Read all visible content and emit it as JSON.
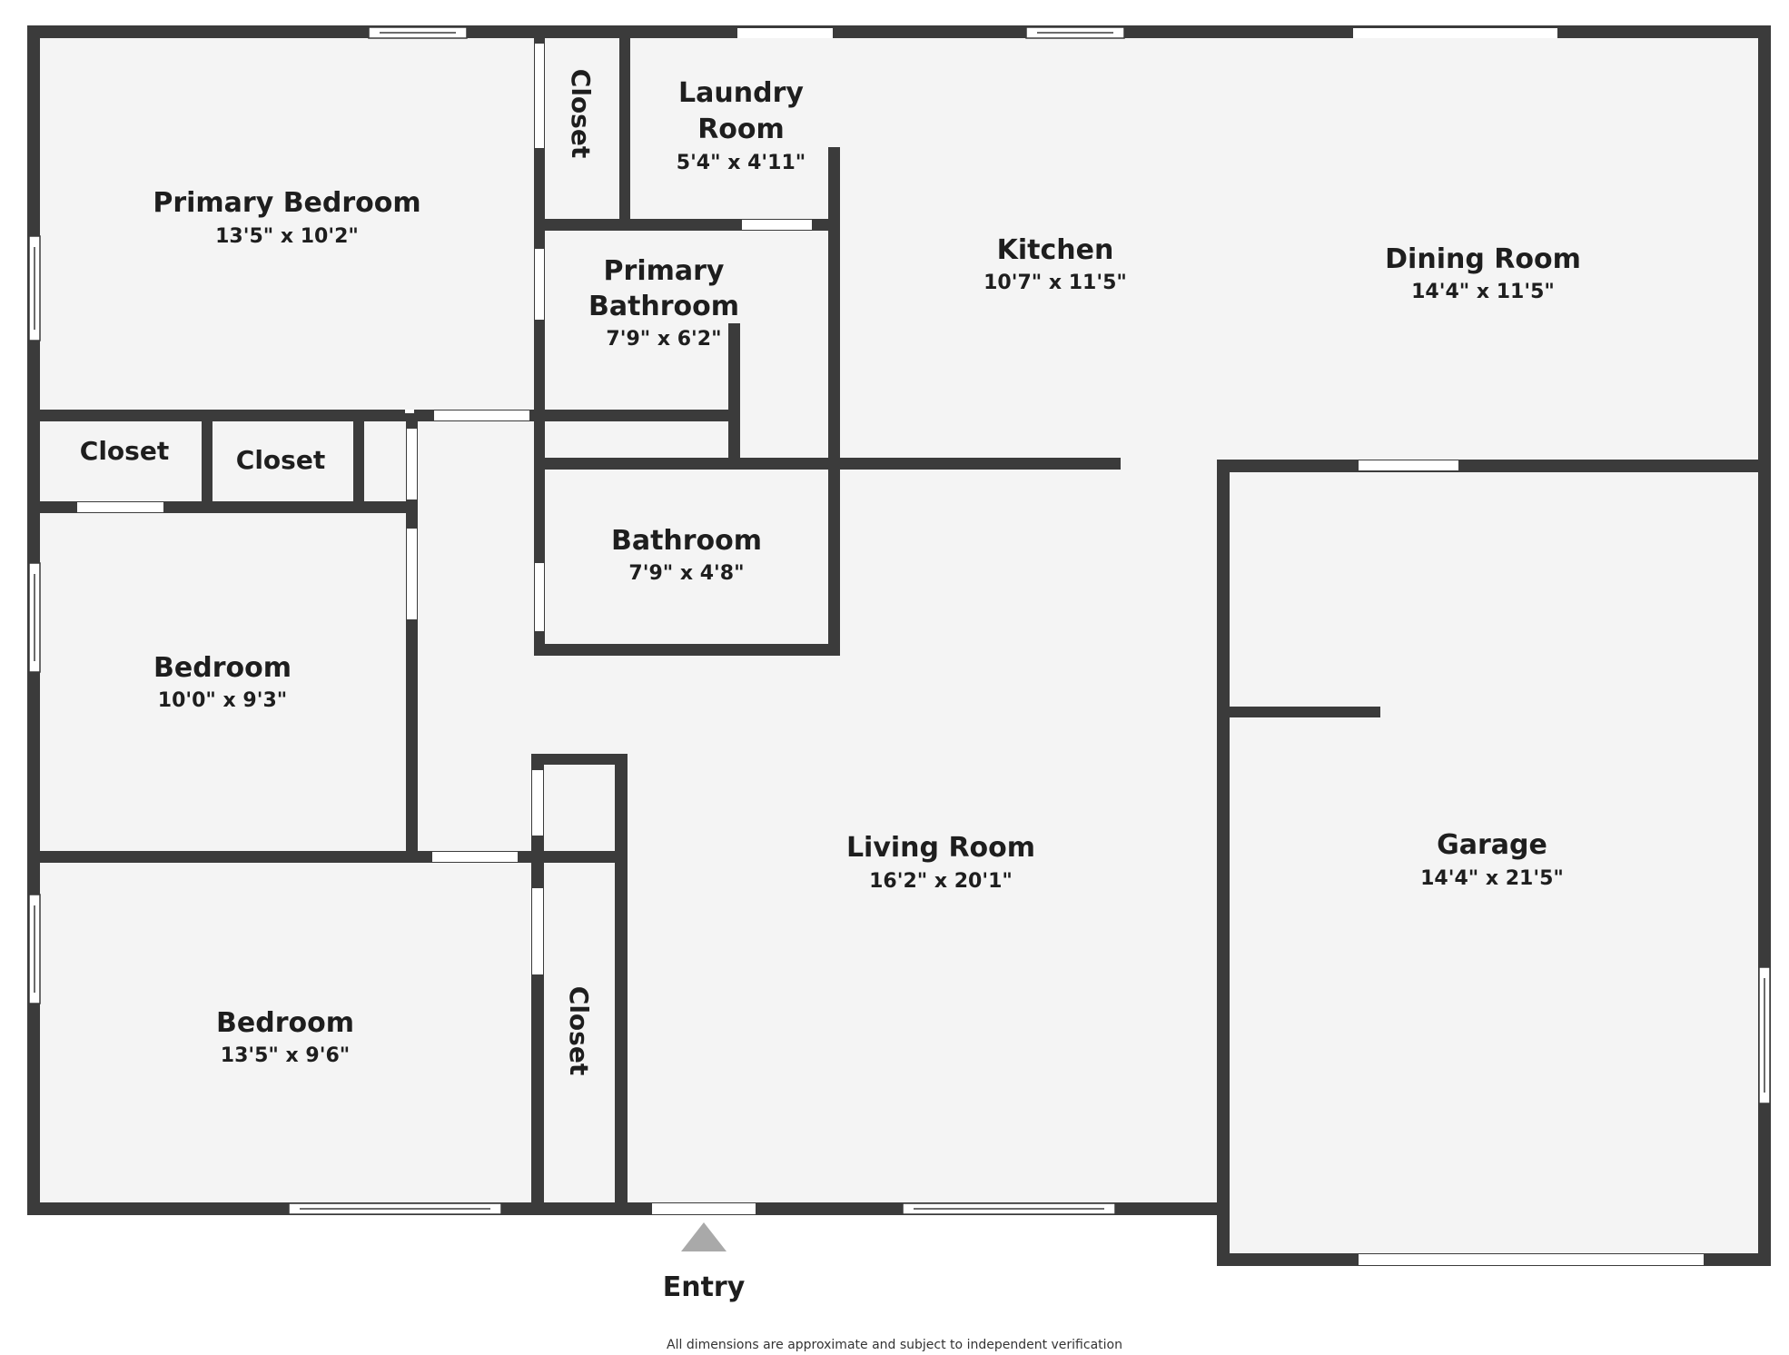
{
  "colors": {
    "wall": "#3b3b3b",
    "floor": "#f4f4f4",
    "opening": "#ffffff",
    "entry_arrow": "#a9a9a9",
    "text": "#1e1e1e"
  },
  "rooms": {
    "primary_bedroom": {
      "name": "Primary Bedroom",
      "dims": "13'5\" x 10'2\""
    },
    "closet_top": {
      "name": "Closet"
    },
    "laundry": {
      "name_line1": "Laundry",
      "name_line2": "Room",
      "dims": "5'4\" x 4'11\""
    },
    "kitchen": {
      "name": "Kitchen",
      "dims": "10'7\" x 11'5\""
    },
    "dining": {
      "name": "Dining Room",
      "dims": "14'4\" x 11'5\""
    },
    "primary_bathroom": {
      "name_line1": "Primary",
      "name_line2": "Bathroom",
      "dims": "7'9\" x 6'2\""
    },
    "closet_left": {
      "name": "Closet"
    },
    "closet_mid": {
      "name": "Closet"
    },
    "bathroom": {
      "name": "Bathroom",
      "dims": "7'9\" x 4'8\""
    },
    "bedroom_1": {
      "name": "Bedroom",
      "dims": "10'0\" x 9'3\""
    },
    "living": {
      "name": "Living Room",
      "dims": "16'2\" x 20'1\""
    },
    "garage": {
      "name": "Garage",
      "dims": "14'4\" x 21'5\""
    },
    "bedroom_2": {
      "name": "Bedroom",
      "dims": "13'5\" x 9'6\""
    },
    "closet_bottom": {
      "name": "Closet"
    }
  },
  "entry": {
    "label": "Entry",
    "icon": "triangle-up-icon"
  },
  "disclaimer": "All dimensions are approximate and subject to independent verification"
}
